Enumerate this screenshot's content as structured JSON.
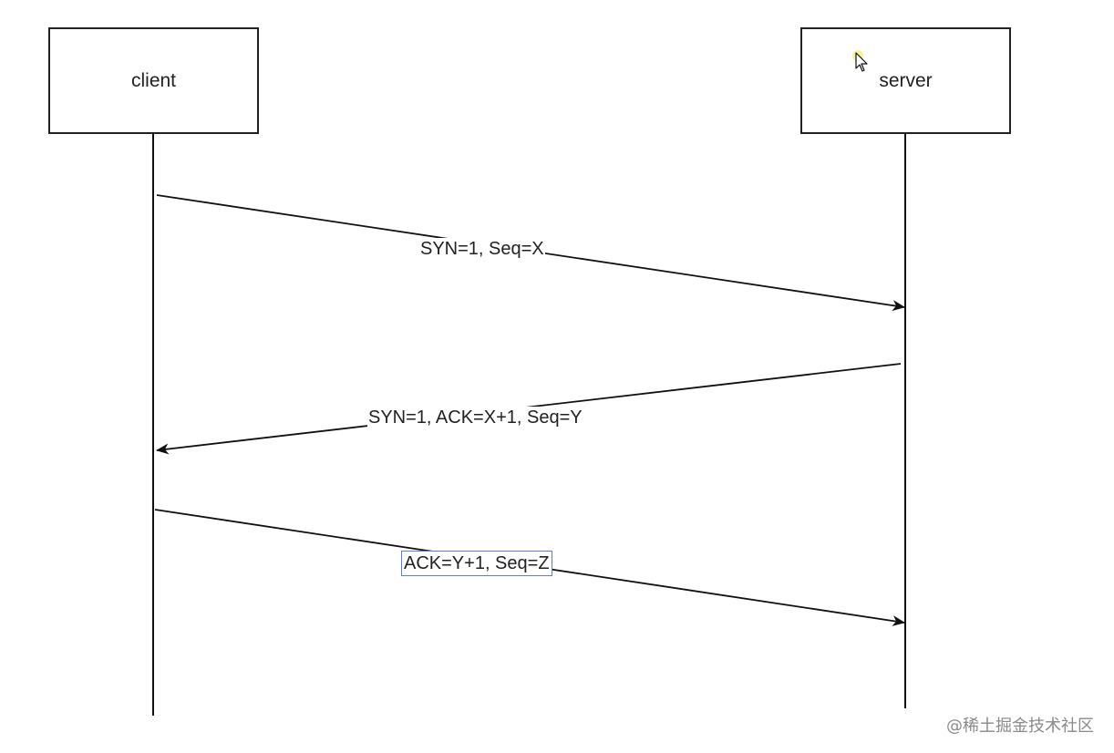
{
  "actors": {
    "client": "client",
    "server": "server"
  },
  "messages": [
    {
      "label": "SYN=1, Seq=X",
      "from": "client",
      "to": "server"
    },
    {
      "label": "SYN=1, ACK=X+1, Seq=Y",
      "from": "server",
      "to": "client"
    },
    {
      "label": "ACK=Y+1, Seq=Z",
      "from": "client",
      "to": "server",
      "selected": true
    }
  ],
  "watermark": "@稀土掘金技术社区",
  "colors": {
    "line": "#111111",
    "selection_border": "#5b7fd6",
    "cursor_highlight": "#f5ef8a",
    "watermark": "#8a8a8a"
  },
  "icons": {
    "cursor": "mouse-pointer-icon"
  }
}
